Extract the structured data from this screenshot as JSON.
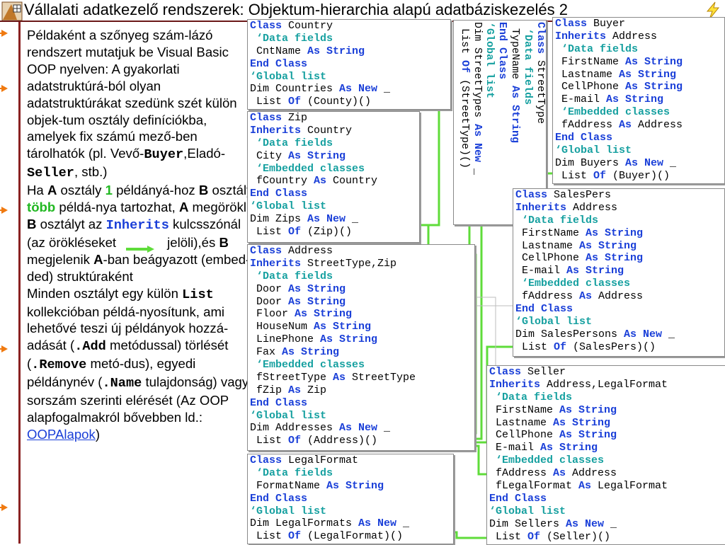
{
  "title": "Vállalati adatkezelő rendszerek: Objektum-hierarchia alapú adatbáziskezelés 2",
  "logo_icon": "logo-icon",
  "bolt_icon": "lightning-bolt-icon",
  "left": {
    "p1": {
      "t1": "Példaként a szőnyeg szám-lázó rendszert mutatjuk be Visual Basic OOP nyelven: A gyakorlati adatstruktúrá-ból olyan adatstruktúrákat szedünk szét külön objek-tum osztály definíciókba, amelyek fix számú mező-ben tárolhatók (pl. Vevő-",
      "buyer": "Buyer",
      "t2": ",Eladó-",
      "seller": "Seller",
      "t3": ", stb.)"
    },
    "p2": {
      "t1": "Ha ",
      "A": "A",
      "t2": " osztály ",
      "one": "1",
      "t3": " példányá-hoz ",
      "B": "B",
      "t4": " osztály ",
      "more": "több",
      "t5": " példá-nya tartozhat, ",
      "A2": "A",
      "t6": " megörökli ",
      "B2": "B",
      "t7": " osztályt az ",
      "inherits": "Inherits",
      "t8": " kulcsszónál (az örökléseket",
      "t9": "jelöli),és ",
      "B3": "B",
      "t10": " megjelenik ",
      "A3": "A",
      "t11": "-ban beágyazott (embed-ded) struktúraként"
    },
    "p3": {
      "t1": "Minden osztályt egy külön ",
      "list": "List",
      "t2": " kollekcióban példá-nyosítunk, ami lehetővé teszi új példányok hozzá-adását (",
      "add": ".Add",
      "t3": " metódussal) törlését (",
      "remove": ".Remove",
      "t4": " metó-dus), egyedi példánynév (",
      "name": ".Name",
      "t5": " tulajdonság) vagy sorszám szerinti elérését (Az OOP alapfogalmakról bővebben ld.: ",
      "link": "OOPAlapok",
      "t6": ")"
    }
  },
  "boxes": {
    "country": [
      [
        [
          "k",
          "Class"
        ],
        [
          "n",
          " Country"
        ]
      ],
      [
        [
          "c",
          " ‘Data fields"
        ]
      ],
      [
        [
          "n",
          " CntName "
        ],
        [
          "k",
          "As String"
        ]
      ],
      [
        [
          "k",
          "End Class"
        ]
      ],
      [
        [
          "c",
          "‘Global list"
        ]
      ],
      [
        [
          "n",
          "Dim Countries "
        ],
        [
          "k",
          "As New"
        ],
        [
          "n",
          " _"
        ]
      ],
      [
        [
          "n",
          " List "
        ],
        [
          "k",
          "Of"
        ],
        [
          "n",
          " (County)()"
        ]
      ]
    ],
    "zip": [
      [
        [
          "k",
          "Class"
        ],
        [
          "n",
          " Zip"
        ]
      ],
      [
        [
          "k",
          "Inherits"
        ],
        [
          "n",
          " Country"
        ]
      ],
      [
        [
          "c",
          " ‘Data fields"
        ]
      ],
      [
        [
          "n",
          " City "
        ],
        [
          "k",
          "As String"
        ]
      ],
      [
        [
          "c",
          " ‘Embedded classes"
        ]
      ],
      [
        [
          "n",
          " fCountry "
        ],
        [
          "k",
          "As"
        ],
        [
          "n",
          " Country"
        ]
      ],
      [
        [
          "k",
          "End Class"
        ]
      ],
      [
        [
          "c",
          "‘Global list"
        ]
      ],
      [
        [
          "n",
          "Dim Zips "
        ],
        [
          "k",
          "As New"
        ],
        [
          "n",
          " _"
        ]
      ],
      [
        [
          "n",
          " List "
        ],
        [
          "k",
          "Of"
        ],
        [
          "n",
          " (Zip)()"
        ]
      ]
    ],
    "address": [
      [
        [
          "k",
          "Class"
        ],
        [
          "n",
          " Address"
        ]
      ],
      [
        [
          "k",
          "Inherits"
        ],
        [
          "n",
          " StreetType,Zip"
        ]
      ],
      [
        [
          "c",
          " ‘Data fields"
        ]
      ],
      [
        [
          "n",
          " Door "
        ],
        [
          "k",
          "As String"
        ]
      ],
      [
        [
          "n",
          " Door "
        ],
        [
          "k",
          "As String"
        ]
      ],
      [
        [
          "n",
          " Floor "
        ],
        [
          "k",
          "As String"
        ]
      ],
      [
        [
          "n",
          " HouseNum "
        ],
        [
          "k",
          "As String"
        ]
      ],
      [
        [
          "n",
          " LinePhone "
        ],
        [
          "k",
          "As String"
        ]
      ],
      [
        [
          "n",
          " Fax "
        ],
        [
          "k",
          "As String"
        ]
      ],
      [
        [
          "c",
          " ‘Embedded classes"
        ]
      ],
      [
        [
          "n",
          " fStreetType "
        ],
        [
          "k",
          "As"
        ],
        [
          "n",
          " StreetType"
        ]
      ],
      [
        [
          "n",
          " fZip "
        ],
        [
          "k",
          "As"
        ],
        [
          "n",
          " Zip"
        ]
      ],
      [
        [
          "k",
          "End Class"
        ]
      ],
      [
        [
          "c",
          "‘Global list"
        ]
      ],
      [
        [
          "n",
          "Dim Addresses "
        ],
        [
          "k",
          "As New"
        ],
        [
          "n",
          " _"
        ]
      ],
      [
        [
          "n",
          " List "
        ],
        [
          "k",
          "Of"
        ],
        [
          "n",
          " (Address)()"
        ]
      ]
    ],
    "legalformat": [
      [
        [
          "k",
          "Class"
        ],
        [
          "n",
          " LegalFormat"
        ]
      ],
      [
        [
          "c",
          " ‘Data fields"
        ]
      ],
      [
        [
          "n",
          " FormatName "
        ],
        [
          "k",
          "As String"
        ]
      ],
      [
        [
          "k",
          "End Class"
        ]
      ],
      [
        [
          "c",
          "‘Global list"
        ]
      ],
      [
        [
          "n",
          "Dim LegalFormats "
        ],
        [
          "k",
          "As New"
        ],
        [
          "n",
          " _"
        ]
      ],
      [
        [
          "n",
          " List "
        ],
        [
          "k",
          "Of"
        ],
        [
          "n",
          " (LegalFormat)()"
        ]
      ]
    ],
    "streettype": [
      [
        [
          "k",
          "Class"
        ],
        [
          "n",
          " StreetType"
        ]
      ],
      [
        [
          "c",
          " ‘Data fields"
        ]
      ],
      [
        [
          "n",
          " TypeName "
        ],
        [
          "k",
          "As String"
        ]
      ],
      [
        [
          "k",
          "End Class"
        ]
      ],
      [
        [
          "c",
          "‘Global list"
        ]
      ],
      [
        [
          "n",
          "Dim StreetTypes "
        ],
        [
          "k",
          "As New"
        ],
        [
          "n",
          " _"
        ]
      ],
      [
        [
          "n",
          " List "
        ],
        [
          "k",
          "Of"
        ],
        [
          "n",
          " (StreetType)()"
        ]
      ]
    ],
    "buyer": [
      [
        [
          "k",
          "Class"
        ],
        [
          "n",
          " Buyer"
        ]
      ],
      [
        [
          "k",
          "Inherits"
        ],
        [
          "n",
          " Address"
        ]
      ],
      [
        [
          "c",
          " ‘Data fields"
        ]
      ],
      [
        [
          "n",
          " FirstName "
        ],
        [
          "k",
          "As String"
        ]
      ],
      [
        [
          "n",
          " Lastname "
        ],
        [
          "k",
          "As String"
        ]
      ],
      [
        [
          "n",
          " CellPhone "
        ],
        [
          "k",
          "As String"
        ]
      ],
      [
        [
          "n",
          " E-mail "
        ],
        [
          "k",
          "As String"
        ]
      ],
      [
        [
          "c",
          " ‘Embedded classes"
        ]
      ],
      [
        [
          "n",
          " fAddress "
        ],
        [
          "k",
          "As"
        ],
        [
          "n",
          " Address"
        ]
      ],
      [
        [
          "k",
          "End Class"
        ]
      ],
      [
        [
          "c",
          "‘Global list"
        ]
      ],
      [
        [
          "n",
          "Dim Buyers "
        ],
        [
          "k",
          "As New"
        ],
        [
          "n",
          " _"
        ]
      ],
      [
        [
          "n",
          " List "
        ],
        [
          "k",
          "Of"
        ],
        [
          "n",
          " (Buyer)()"
        ]
      ]
    ],
    "salespers": [
      [
        [
          "k",
          "Class"
        ],
        [
          "n",
          " SalesPers"
        ]
      ],
      [
        [
          "k",
          "Inherits"
        ],
        [
          "n",
          " Address"
        ]
      ],
      [
        [
          "c",
          " ‘Data fields"
        ]
      ],
      [
        [
          "n",
          " FirstName "
        ],
        [
          "k",
          "As String"
        ]
      ],
      [
        [
          "n",
          " Lastname "
        ],
        [
          "k",
          "As String"
        ]
      ],
      [
        [
          "n",
          " CellPhone "
        ],
        [
          "k",
          "As String"
        ]
      ],
      [
        [
          "n",
          " E-mail "
        ],
        [
          "k",
          "As String"
        ]
      ],
      [
        [
          "c",
          " ‘Embedded classes"
        ]
      ],
      [
        [
          "n",
          " fAddress "
        ],
        [
          "k",
          "As"
        ],
        [
          "n",
          " Address"
        ]
      ],
      [
        [
          "k",
          "End Class"
        ]
      ],
      [
        [
          "c",
          "‘Global list"
        ]
      ],
      [
        [
          "n",
          "Dim SalesPersons "
        ],
        [
          "k",
          "As New"
        ],
        [
          "n",
          " _"
        ]
      ],
      [
        [
          "n",
          " List "
        ],
        [
          "k",
          "Of"
        ],
        [
          "n",
          " (SalesPers)()"
        ]
      ]
    ],
    "seller": [
      [
        [
          "k",
          "Class"
        ],
        [
          "n",
          " Seller"
        ]
      ],
      [
        [
          "k",
          "Inherits"
        ],
        [
          "n",
          " Address,LegalFormat"
        ]
      ],
      [
        [
          "c",
          " ‘Data fields"
        ]
      ],
      [
        [
          "n",
          " FirstName "
        ],
        [
          "k",
          "As String"
        ]
      ],
      [
        [
          "n",
          " Lastname "
        ],
        [
          "k",
          "As String"
        ]
      ],
      [
        [
          "n",
          " CellPhone "
        ],
        [
          "k",
          "As String"
        ]
      ],
      [
        [
          "n",
          " E-mail "
        ],
        [
          "k",
          "As String"
        ]
      ],
      [
        [
          "c",
          " ‘Embedded classes"
        ]
      ],
      [
        [
          "n",
          " fAddress "
        ],
        [
          "k",
          "As"
        ],
        [
          "n",
          " Address"
        ]
      ],
      [
        [
          "n",
          " fLegalFormat "
        ],
        [
          "k",
          "As"
        ],
        [
          "n",
          " LegalFormat"
        ]
      ],
      [
        [
          "k",
          "End Class"
        ]
      ],
      [
        [
          "c",
          "‘Global list"
        ]
      ],
      [
        [
          "n",
          "Dim Sellers "
        ],
        [
          "k",
          "As New"
        ],
        [
          "n",
          " _"
        ]
      ],
      [
        [
          "n",
          " List "
        ],
        [
          "k",
          "Of"
        ],
        [
          "n",
          " (Seller)()"
        ]
      ]
    ]
  },
  "colors": {
    "keyword": "#1a3fd8",
    "comment": "#16a0a0",
    "arrow": "#5fdc3a",
    "bullet": "#f07a10",
    "rule": "#6b1818"
  }
}
